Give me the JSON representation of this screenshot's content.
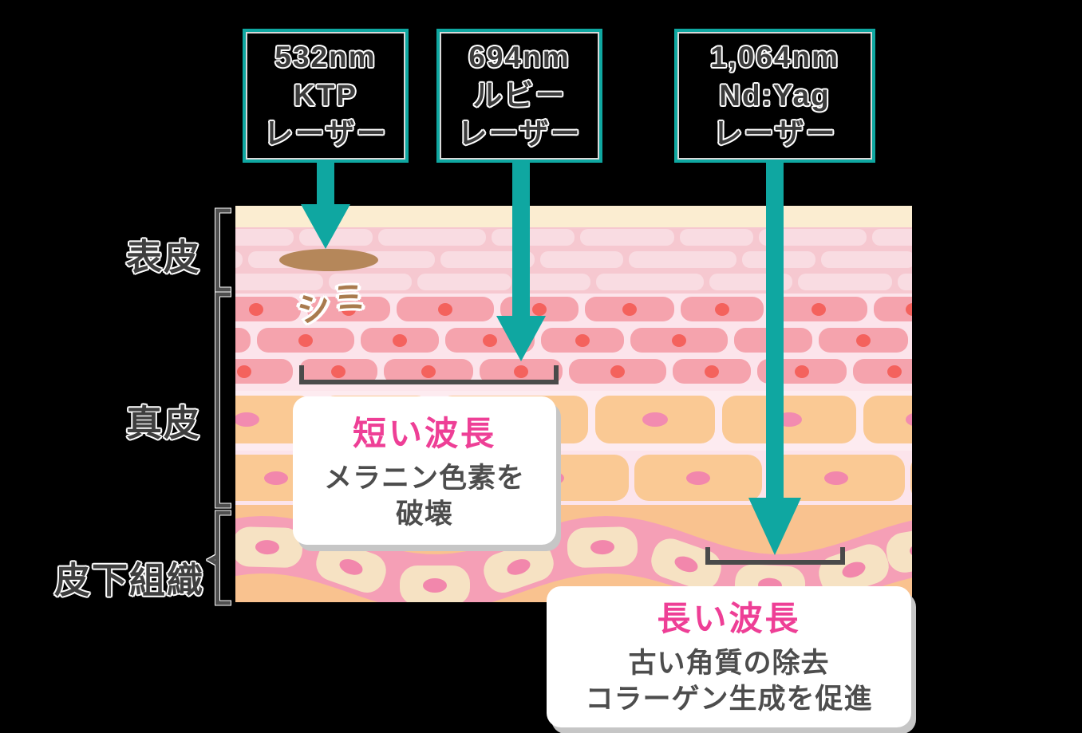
{
  "title_boxes": [
    {
      "lines": [
        "532nm",
        "KTP",
        "レーザー"
      ]
    },
    {
      "lines": [
        "694nm",
        "ルビー",
        "レーザー"
      ]
    },
    {
      "lines": [
        "1,064nm",
        "Nd:Yag",
        "レーザー"
      ]
    }
  ],
  "skin_layer_labels": [
    {
      "label": "表皮"
    },
    {
      "label": "真皮"
    },
    {
      "label": "皮下組織"
    }
  ],
  "spot_label": "シミ",
  "callouts": [
    {
      "title": "短い波長",
      "body_lines": [
        "メラニン色素を",
        "破壊"
      ]
    },
    {
      "title": "長い波長",
      "body_lines": [
        "古い角質の除去",
        "コラーゲン生成を促進"
      ]
    }
  ],
  "colors": {
    "background": "#000000",
    "teal_accent": "#0FA7A1",
    "box_text_dark": "#3C3C3C",
    "layer_label_text": "#3F3F3F",
    "callout_title_pink": "#EE3F96",
    "callout_body_text": "#4D4D4D",
    "spot_brown": "#B5875A",
    "spot_text_brown": "#A97B4E",
    "range_bracket_dark": "#4A4A4A",
    "left_bracket_gray": "#4F4F4F",
    "stratum_corneum_cream": "#FBEDD1",
    "epidermis_bg": "#F6C8D0",
    "epidermis_brick": "#F9DCE2",
    "dermis_bg": "#FCE4EB",
    "dermis_brick": "#F5A3AD",
    "dermis_cell_dot_red": "#F4625D",
    "lower_dermis_brick_orange": "#FAC994",
    "subcutis_bg_orange": "#F9C28F",
    "cell_nucleus_pink": "#F287AC",
    "membrane_band_pink": "#F59FB6",
    "fat_cell_cream": "#F6E2C3",
    "callout_bg": "#FFFFFF"
  }
}
